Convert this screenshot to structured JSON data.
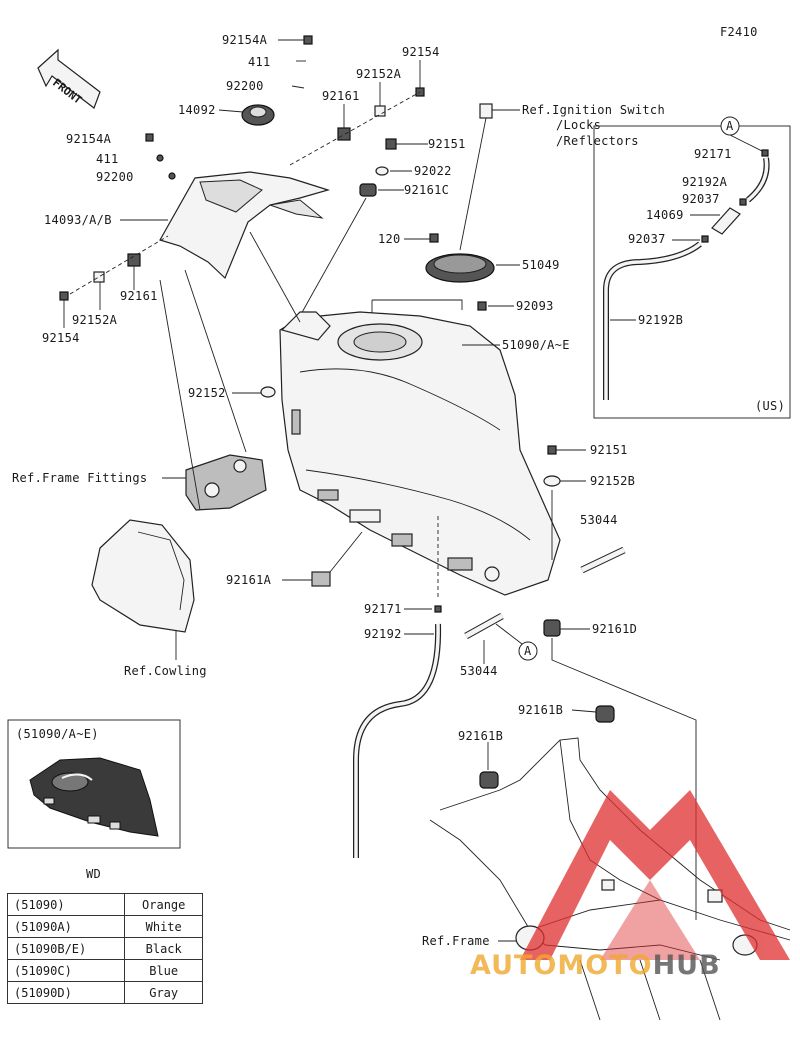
{
  "diagram": {
    "code": "F2410",
    "front_tag": "FRONT",
    "us_tag": "(US)",
    "wd_caption": "WD",
    "inset_title": "(51090/A~E)",
    "callout_A": "A",
    "refs": {
      "ignition": "Ref.Ignition Switch",
      "locks": "/Locks",
      "reflectors": "/Reflectors",
      "frame_fittings": "Ref.Frame Fittings",
      "cowling": "Ref.Cowling",
      "frame": "Ref.Frame"
    },
    "parts": {
      "p1": "92154A",
      "p2": "411",
      "p3": "92200",
      "p4": "14092",
      "p5": "92154",
      "p6": "92152A",
      "p7": "92161",
      "p8": "92154A",
      "p9": "411",
      "p10": "92200",
      "p11": "14093/A/B",
      "p12": "92151",
      "p13": "92022",
      "p14": "92161C",
      "p15": "120",
      "p16": "51049",
      "p17": "92093",
      "p18": "92161",
      "p19": "92152A",
      "p20": "92154",
      "p21": "51090/A~E",
      "p22": "92152",
      "p23": "92171",
      "p24": "92192A",
      "p25": "92037",
      "p26": "14069",
      "p27": "92037",
      "p28": "92192B",
      "p29": "92151",
      "p30": "92152B",
      "p31": "53044",
      "p32": "92161A",
      "p33": "92171",
      "p34": "92192",
      "p35": "92161D",
      "p36": "53044",
      "p37": "92161B",
      "p38": "92161B"
    }
  },
  "color_table": [
    {
      "code": "(51090)",
      "color": "Orange"
    },
    {
      "code": "(51090A)",
      "color": "White"
    },
    {
      "code": "(51090B/E)",
      "color": "Black"
    },
    {
      "code": "(51090C)",
      "color": "Blue"
    },
    {
      "code": "(51090D)",
      "color": "Gray"
    }
  ],
  "watermark": {
    "part1": "AUTOMOTO",
    "part2": "HUB",
    "color1": "#f0a830",
    "color2": "#555555"
  },
  "colors": {
    "line": "#222222",
    "logo_red": "#e03030"
  }
}
